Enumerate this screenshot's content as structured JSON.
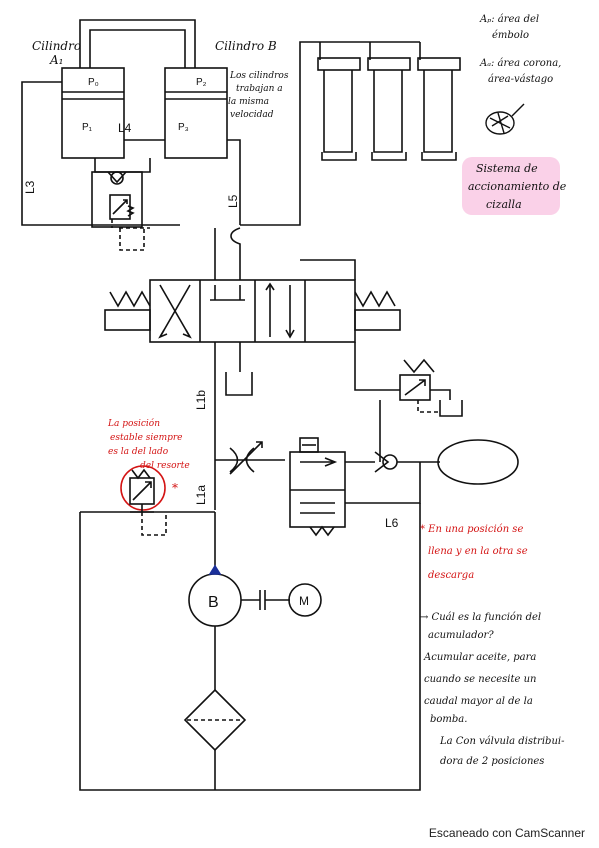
{
  "left_note": {
    "line1": "Cilindro",
    "line2": "A₁"
  },
  "right_note": {
    "line1": "Cilindro B"
  },
  "cyl_labels": {
    "p0": "P₀",
    "p2": "P₂",
    "p1": "P₁",
    "p3": "P₃"
  },
  "speed_note": [
    "Los cilindros",
    "trabajan a",
    "la misma",
    "velocidad"
  ],
  "area_note": [
    "Aₚ: área del",
    "émbolo",
    "Aₐ: área corona,",
    "área-vástago"
  ],
  "system_note": [
    "Sistema de",
    "accionamiento de",
    "cizalla"
  ],
  "lines": {
    "l3": "L3",
    "l4": "L4",
    "l5": "L5",
    "l1b": "L1b",
    "l1a": "L1a",
    "l6": "L6"
  },
  "valve_note": [
    "La posición",
    "estable siempre",
    "es la del lado",
    "del resorte"
  ],
  "accum_note": [
    "* En una posición se",
    "llena y en la otra se",
    "descarga"
  ],
  "question_note": [
    "→ Cuál es la función del",
    "acumulador?",
    "Acumular aceite, para",
    "cuando se necesite un",
    "caudal mayor al de la",
    "bomba.",
    "La Con válvula distribui-",
    "dora de 2 posiciones"
  ],
  "pump_label": "B",
  "motor_label": "M",
  "star": "*",
  "footer": "Escaneado con CamScanner"
}
